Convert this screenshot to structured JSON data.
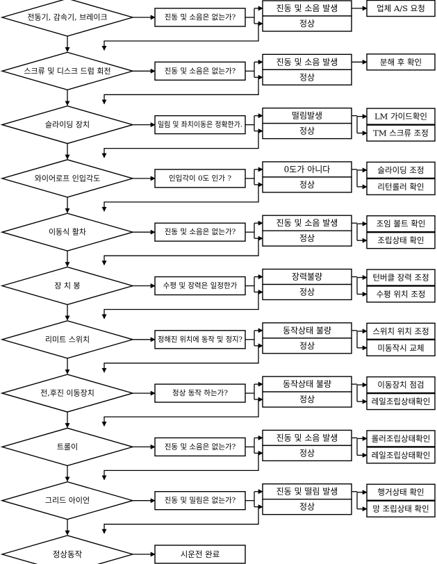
{
  "rows": [
    {
      "step": "전동기, 감속기, 브레이크",
      "check": "진동 및 소음은 없는가?",
      "fault": "진동 및 소음 발생",
      "ok": "정상",
      "actions": [
        "업체 A/S 요청"
      ]
    },
    {
      "step": "스크류 및 디스크 드럼 회전",
      "check": "진동 및 소음은 없는가?",
      "fault": "진동 및 소음 발생",
      "ok": "정상",
      "actions": [
        "분해 후 확인"
      ]
    },
    {
      "step": "슬라이딩 장치",
      "check": "밀림 및 좌치이동은 정확한가.",
      "fault": "떨림발생",
      "ok": "정상",
      "actions": [
        "LM 가이드확인",
        "TM 스크류 조정"
      ]
    },
    {
      "step": "와이어로프 인입각도",
      "check": "인입각이 0도 인가 ?",
      "fault": "0도가 아니다",
      "ok": "정상",
      "actions": [
        "슬라이딩 조정",
        "리턴롤러 확인"
      ]
    },
    {
      "step": "이동식 활차",
      "check": "진동 및 소음은 없는가?",
      "fault": "진동 및 소음 발생",
      "ok": "정상",
      "actions": [
        "조임 볼트 확인",
        "조립상태 확인"
      ]
    },
    {
      "step": "장 치 봉",
      "check": "수평 및 장력은 일정한가",
      "fault": "장력불량",
      "ok": "정상",
      "actions": [
        "턴버클 장력 조정",
        "수평 위치 조정"
      ]
    },
    {
      "step": "리미트 스위치",
      "check": "정해진 위치에 동작 및 정지?",
      "fault": "동작상태 불량",
      "ok": "정상",
      "actions": [
        "스위치 위치 조정",
        "미동작시 교체"
      ]
    },
    {
      "step": "전,후진 이동장치",
      "check": "정상 동작 하는가?",
      "fault": "동작상태 불량",
      "ok": "정상",
      "actions": [
        "이동장치 점검",
        "레일조립상태확인"
      ]
    },
    {
      "step": "트롤이",
      "check": "진동 및 소음은 없는가?",
      "fault": "진동 및 소음 발생",
      "ok": "정상",
      "actions": [
        "롤러조립상태확인",
        "레일조립상태확인"
      ]
    },
    {
      "step": "그리드 아이언",
      "check": "진동 및 밀림은 없는가?",
      "fault": "진동 및 떨림 발생",
      "ok": "정상",
      "actions": [
        "행거상태 확인",
        "망 조립상태 확인"
      ]
    }
  ],
  "final": {
    "step": "정상동작",
    "result": "시운전 완료"
  }
}
